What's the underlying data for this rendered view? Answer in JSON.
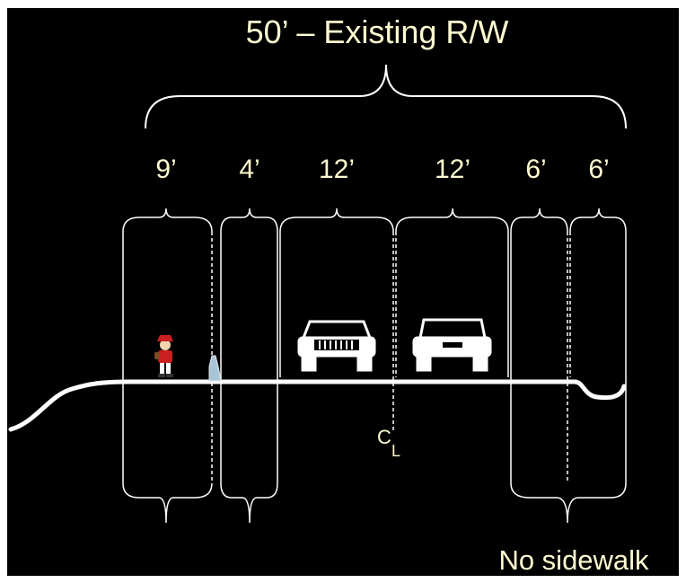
{
  "title": "50’ – Existing R/W",
  "segments": [
    {
      "label": "9’"
    },
    {
      "label": "4’"
    },
    {
      "label": "12’"
    },
    {
      "label": "12’"
    },
    {
      "label": "6’"
    },
    {
      "label": "6’"
    }
  ],
  "centerline_symbol": "C",
  "centerline_sub": "L",
  "footer": "No sidewalk",
  "colors": {
    "background": "#000000",
    "frame": "#ffffff",
    "linework": "#ffffff",
    "label_text": "#fffbd0",
    "figure_shirt": "#cc1f1f",
    "curb": "#a9c4d6"
  }
}
